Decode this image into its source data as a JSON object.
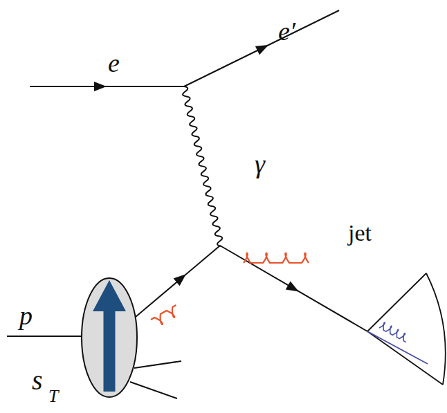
{
  "diagram": {
    "labels": [
      "e",
      "e′",
      "γ",
      "jet",
      "p",
      "s⃗",
      "T"
    ]
  }
}
